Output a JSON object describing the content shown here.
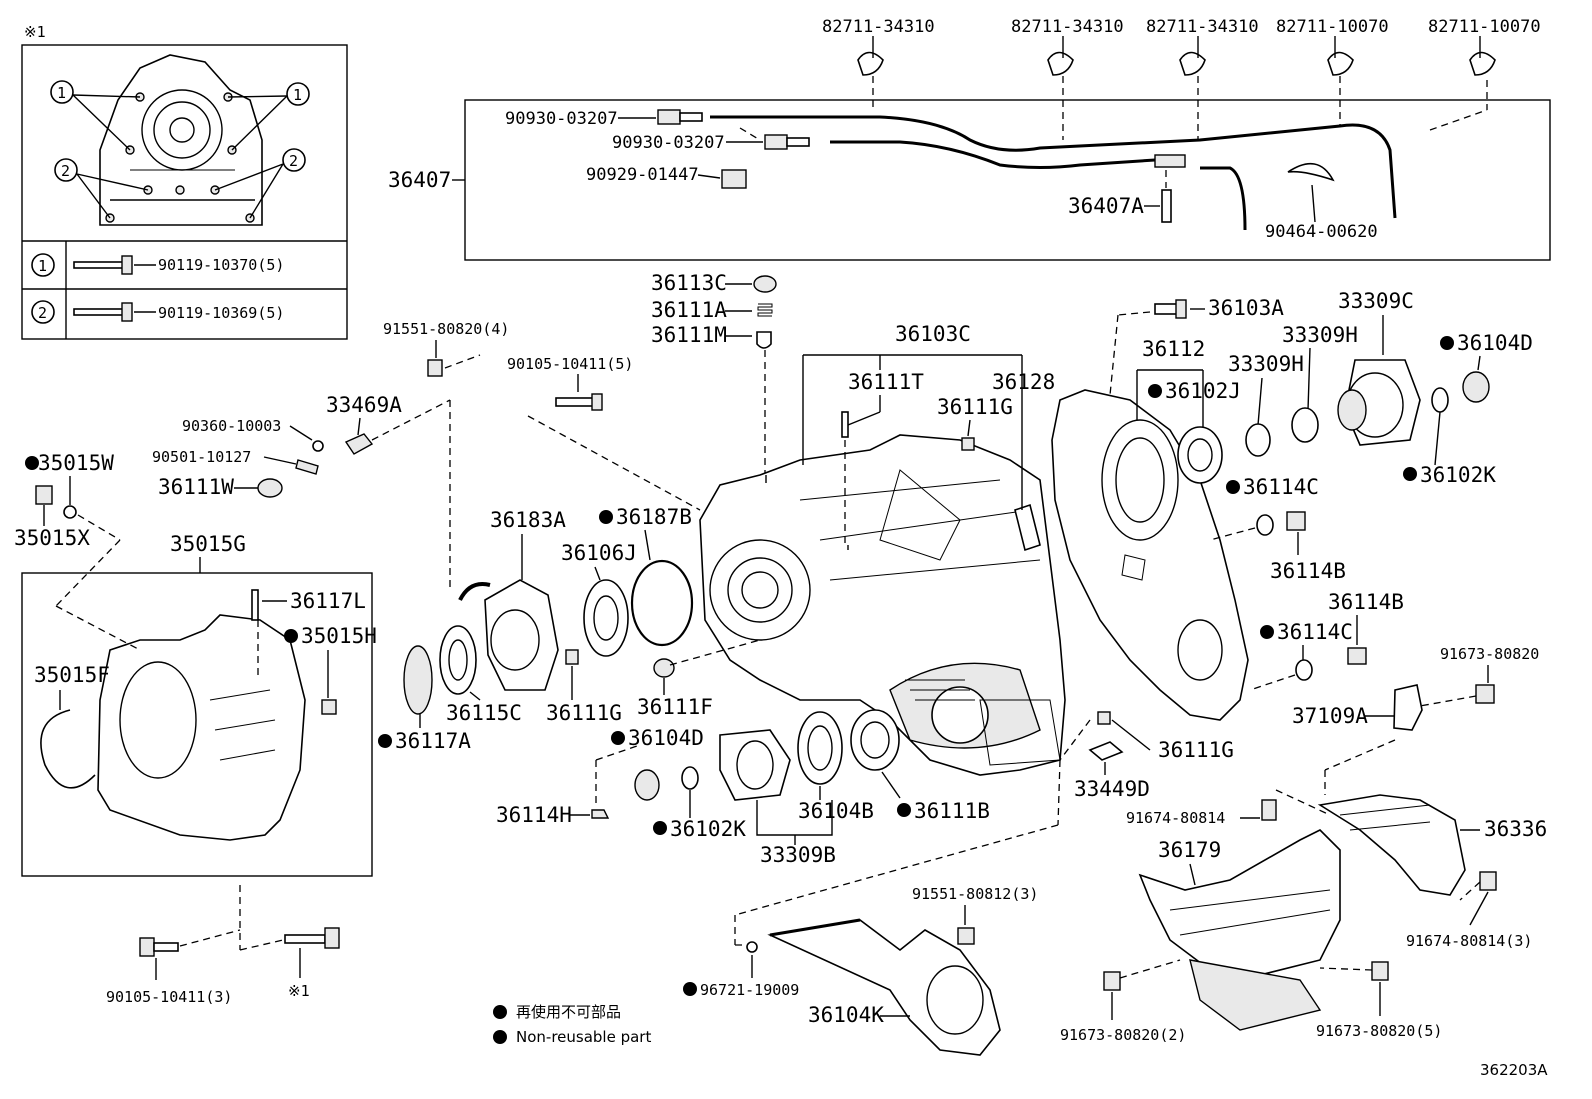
{
  "inset": {
    "ref_mark": "※1",
    "callout_1": "1",
    "callout_2": "2",
    "row1_num": "1",
    "row1_part": "90119-10370(5)",
    "row2_num": "2",
    "row2_part": "90119-10369(5)"
  },
  "labels": {
    "p82711_a": "82711-34310",
    "p82711_b": "82711-34310",
    "p82711_c": "82711-34310",
    "p82711_d": "82711-10070",
    "p82711_e": "82711-10070",
    "p90930_a": "90930-03207",
    "p90930_b": "90930-03207",
    "p90929": "90929-01447",
    "p36407": "36407",
    "p36407A": "36407A",
    "p90464": "90464-00620",
    "p36113C": "36113C",
    "p36111A": "36111A",
    "p36111M": "36111M",
    "p91551_4": "91551-80820(4)",
    "p90105_5": "90105-10411(5)",
    "p36103C": "36103C",
    "p36103A": "36103A",
    "p33309C": "33309C",
    "p36112": "36112",
    "p33309H_a": "33309H",
    "p33309H_b": "33309H",
    "p36104D_a": "36104D",
    "p36102J": "36102J",
    "p36111T": "36111T",
    "p36128": "36128",
    "p36111G_a": "36111G",
    "p90360": "90360-10003",
    "p33469A": "33469A",
    "p90501": "90501-10127",
    "p36111W": "36111W",
    "p35015W": "35015W",
    "p35015X": "35015X",
    "p36102K_a": "36102K",
    "p36114C_a": "36114C",
    "p36114B_a": "36114B",
    "p36114B_b": "36114B",
    "p36114C_b": "36114C",
    "p91673_a": "91673-80820",
    "p36183A": "36183A",
    "p36187B": "36187B",
    "p36106J": "36106J",
    "p35015G": "35015G",
    "p36117L": "36117L",
    "p35015H": "35015H",
    "p35015F": "35015F",
    "p36115C": "36115C",
    "p36111G_b": "36111G",
    "p36111F": "36111F",
    "p36117A": "36117A",
    "p36104D_b": "36104D",
    "p37109A": "37109A",
    "p36111G_c": "36111G",
    "p33449D": "33449D",
    "p36114H": "36114H",
    "p36102K_b": "36102K",
    "p36104B": "36104B",
    "p36111B": "36111B",
    "p33309B": "33309B",
    "p91674_a": "91674-80814",
    "p36336": "36336",
    "p36179": "36179",
    "p91551_3": "91551-80812(3)",
    "p91674_3": "91674-80814(3)",
    "p90105_3": "90105-10411(3)",
    "ref_mark_bottom": "※1",
    "p96721": "96721-19009",
    "p36104K": "36104K",
    "p91673_2": "91673-80820(2)",
    "p91673_5": "91673-80820(5)"
  },
  "legend": {
    "jp": "再使用不可部品",
    "en": "Non-reusable part"
  },
  "diagram_id": "362203A"
}
